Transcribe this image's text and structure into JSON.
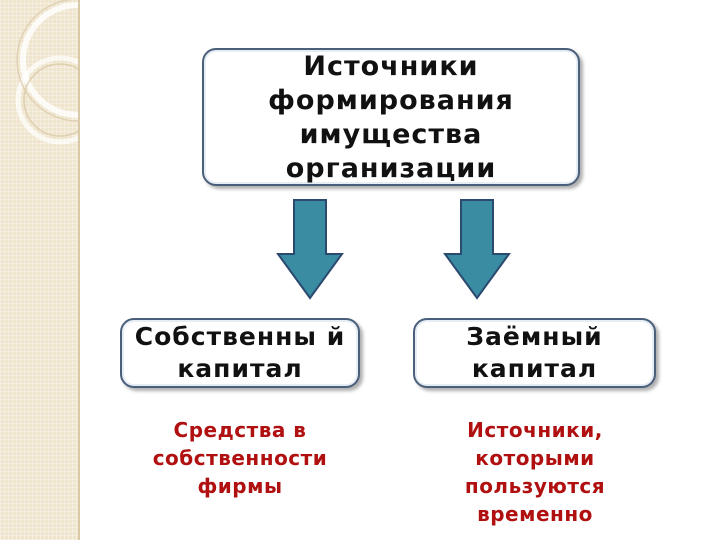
{
  "diagram": {
    "root": {
      "label": "Источники формирования имущества организации"
    },
    "children": [
      {
        "label": "Собственны й капитал",
        "caption": "Средства в собственности фирмы"
      },
      {
        "label": "Заёмный капитал",
        "caption": "Источники, которыми пользуются временно"
      }
    ]
  },
  "colors": {
    "arrow_fill": "#3a8ca3",
    "arrow_stroke": "#2b4a6e",
    "caption_text": "#b01010",
    "box_border": "#4a5f7a",
    "sidebar": "#efe4cc"
  }
}
